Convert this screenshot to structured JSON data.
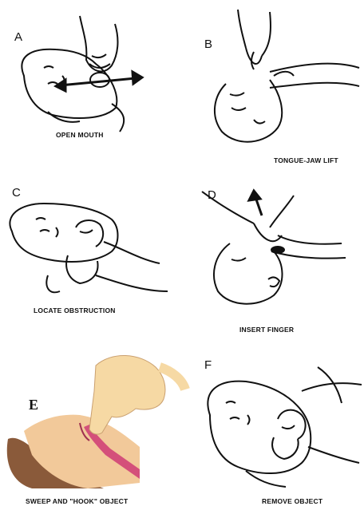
{
  "panels": [
    {
      "letter": "A",
      "caption": "OPEN MOUTH"
    },
    {
      "letter": "B",
      "caption": "TONGUE-JAW LIFT"
    },
    {
      "letter": "C",
      "caption": "LOCATE OBSTRUCTION"
    },
    {
      "letter": "D",
      "caption": "INSERT FINGER"
    },
    {
      "letter": "E",
      "caption": "SWEEP AND \"HOOK\" OBJECT"
    },
    {
      "letter": "F",
      "caption": "REMOVE OBJECT"
    }
  ],
  "colors": {
    "ink": "#111111",
    "skin": "#f2c99a",
    "hair": "#8a5a3a",
    "airway": "#d4507a",
    "hand": "#f6d9a4"
  }
}
